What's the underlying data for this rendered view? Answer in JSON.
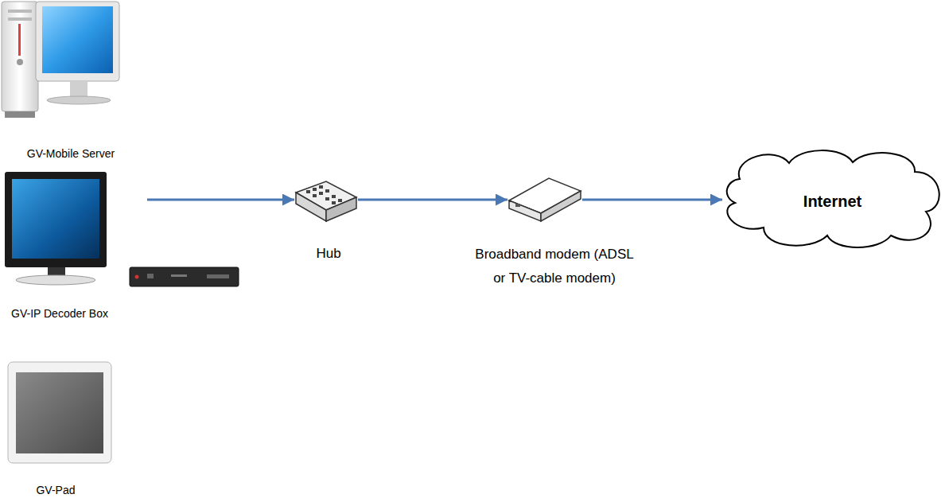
{
  "diagram": {
    "nodes": [
      {
        "text": [
          "GV-Mobile Server"
        ]
      },
      {
        "text": [
          "GV-IP Decoder Box"
        ]
      },
      {
        "text": [
          "GV-Pad"
        ]
      },
      {
        "text": [
          "Hub"
        ]
      },
      {
        "text": [
          "Broadband modem (ADSL or TV-cable modem)"
        ]
      },
      {
        "text": [
          "Internet"
        ]
      }
    ],
    "edges": [
      {
        "from": 1,
        "to": 3,
        "arrow": "to"
      },
      {
        "from": 3,
        "to": 4,
        "arrow": "to"
      },
      {
        "from": 4,
        "to": 5,
        "arrow": "to"
      }
    ]
  }
}
